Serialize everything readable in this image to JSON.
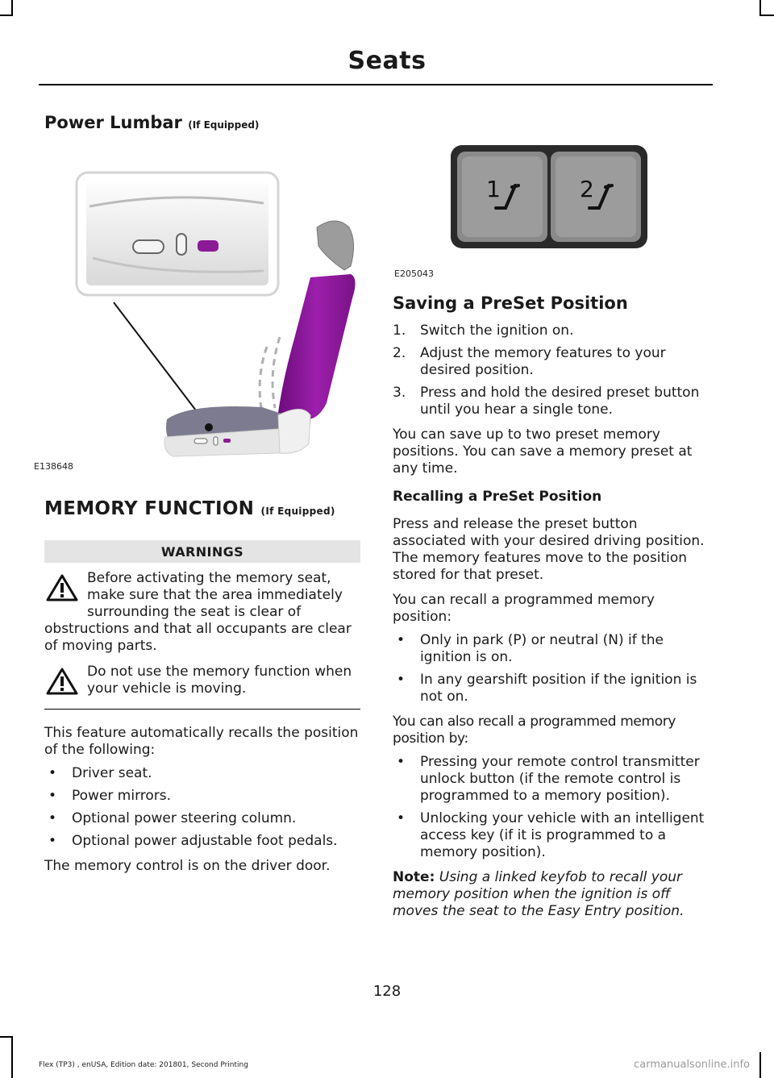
{
  "header": {
    "title": "Seats"
  },
  "left": {
    "lumbar_title": "Power Lumbar",
    "lumbar_suffix": "(If Equipped)",
    "fig1_code": "E138648",
    "memory_title": "MEMORY FUNCTION",
    "memory_suffix": "(If Equipped)",
    "warnings_label": "WARNINGS",
    "warnings": [
      {
        "first": "Before activating the memory seat, make sure that the area immediately surrounding the seat is clear of",
        "rest": "obstructions and that all occupants are clear of moving parts."
      },
      {
        "first": "Do not use the memory function when your vehicle is moving.",
        "rest": ""
      }
    ],
    "intro": "This feature automatically recalls the position of the following:",
    "recall_items": [
      "Driver seat.",
      "Power mirrors.",
      "Optional power steering column.",
      "Optional power adjustable foot pedals."
    ],
    "control_location": "The memory control is on the driver door."
  },
  "right": {
    "fig2_code": "E205043",
    "button_labels": [
      "1",
      "2"
    ],
    "saving_title": "Saving a PreSet Position",
    "saving_steps": [
      "Switch the ignition on.",
      "Adjust the memory features to your desired position.",
      "Press and hold the desired preset button until you hear a single tone."
    ],
    "step_markers": [
      "1.",
      "2.",
      "3."
    ],
    "save_capacity": "You can save up to two preset memory positions. You can save a memory preset at any time.",
    "recalling_title": "Recalling a PreSet Position",
    "recall_desc": "Press and release the preset button associated with your desired driving position. The memory features move to the position stored for that preset.",
    "recall_when": "You can recall a programmed memory position:",
    "recall_conditions": [
      "Only in park (P) or neutral (N) if the ignition is on.",
      "In any gearshift position if the ignition is not on."
    ],
    "recall_also": "You can also recall a programmed memory position by:",
    "recall_methods": [
      "Pressing your remote control transmitter unlock button (if the remote control is programmed to a memory position).",
      "Unlocking your vehicle with an intelligent access key (if it is programmed to a memory position)."
    ],
    "note_label": "Note:",
    "note_text": "Using a linked keyfob to recall your memory position when the ignition is off moves the seat to the Easy Entry position."
  },
  "bullet_marker": "•",
  "page_number": "128",
  "footer": "Flex (TP3) , enUSA, Edition date: 201801, Second Printing",
  "watermark": "carmanualsonline.info",
  "colors": {
    "accent": "#8b1a96",
    "warning_bg": "#e4e4e4"
  }
}
